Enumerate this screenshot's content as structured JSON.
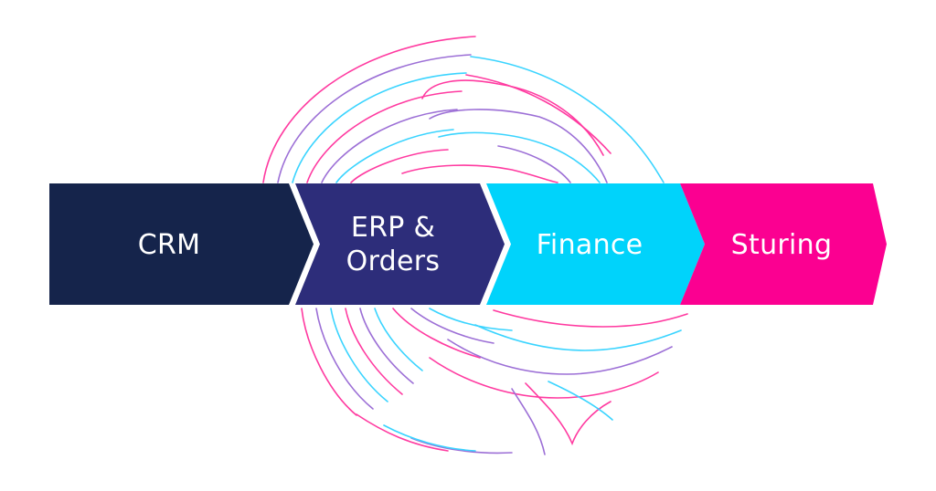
{
  "diagram": {
    "steps": [
      {
        "id": "crm",
        "label": "CRM",
        "color": "#15244b"
      },
      {
        "id": "erp",
        "label": "ERP &\nOrders",
        "color": "#2d2d7a"
      },
      {
        "id": "finance",
        "label": "Finance",
        "color": "#00d3fb"
      },
      {
        "id": "sturing",
        "label": "Sturing",
        "color": "#fb0091"
      }
    ],
    "decoration": {
      "icon": "fingerprint-icon",
      "colors": [
        "#ff2f9a",
        "#39d6ff",
        "#9c6fd6"
      ]
    }
  }
}
